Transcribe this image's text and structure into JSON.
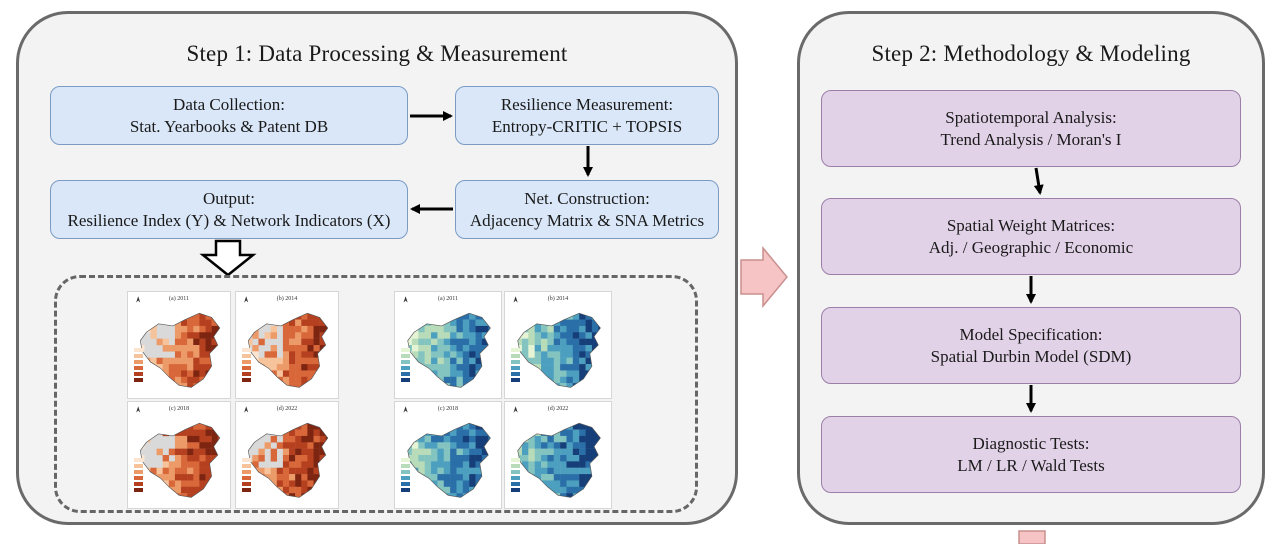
{
  "step1": {
    "title": "Step 1: Data Processing & Measurement",
    "boxes": {
      "data_collection": {
        "line1": "Data Collection:",
        "line2": "Stat. Yearbooks & Patent DB"
      },
      "resilience_measurement": {
        "line1": "Resilience Measurement:",
        "line2": "Entropy-CRITIC + TOPSIS"
      },
      "net_construction": {
        "line1": "Net. Construction:",
        "line2": "Adjacency Matrix & SNA Metrics"
      },
      "output": {
        "line1": "Output:",
        "line2": "Resilience Index (Y) & Network Indicators (X)"
      }
    },
    "maps": {
      "resilience": [
        {
          "caption": "(a) 2011"
        },
        {
          "caption": "(b) 2014"
        },
        {
          "caption": "(c) 2018"
        },
        {
          "caption": "(d) 2022"
        }
      ],
      "network": [
        {
          "caption": "(a) 2011"
        },
        {
          "caption": "(b) 2014"
        },
        {
          "caption": "(c) 2018"
        },
        {
          "caption": "(d) 2022"
        }
      ]
    }
  },
  "step2": {
    "title": "Step 2: Methodology & Modeling",
    "boxes": {
      "spatiotemporal": {
        "line1": "Spatiotemporal Analysis:",
        "line2": "Trend Analysis / Moran's I"
      },
      "weights": {
        "line1": "Spatial Weight Matrices:",
        "line2": "Adj. / Geographic / Economic"
      },
      "model": {
        "line1": "Model Specification:",
        "line2": "Spatial Durbin Model (SDM)"
      },
      "diagnostics": {
        "line1": "Diagnostic Tests:",
        "line2": "LM / LR / Wald Tests"
      }
    }
  },
  "colors": {
    "panel_fill": "#f3f3f3",
    "panel_border": "#6a6a6a",
    "blue_box": "#d9e7f8",
    "purple_box": "#e2d2e8",
    "transition_arrow": "#f6c4c4",
    "resilience_palette": [
      "#fbe5d0",
      "#f6c39b",
      "#ec9a68",
      "#d8673a",
      "#b5401f",
      "#7d2511"
    ],
    "network_palette": [
      "#e6f4d6",
      "#b8dcb9",
      "#84c4c0",
      "#4c9fbf",
      "#2a6fa8",
      "#163f7a"
    ]
  },
  "icons": [
    "arrow-right-icon",
    "arrow-down-icon",
    "arrow-left-icon",
    "hollow-arrow-down-icon",
    "transition-arrow-icon"
  ]
}
